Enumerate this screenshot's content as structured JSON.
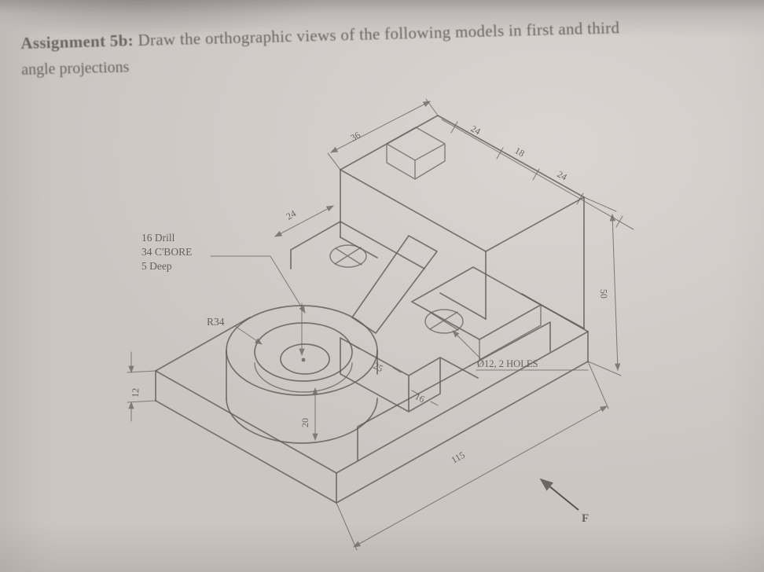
{
  "header": {
    "title_bold": "Assignment 5b:",
    "title_rest": " Draw the orthographic views of the following models in first and third",
    "title_line2": "angle projections"
  },
  "drawing": {
    "notes": {
      "drill_line1": "16 Drill",
      "drill_line2": "34 C'BORE",
      "drill_line3": "5 Deep",
      "radius": "R34",
      "holes": "Ø12, 2 HOLES",
      "view_label": "F"
    },
    "dimensions": {
      "base_length": "115",
      "boss_cyl_height": "20",
      "step_width": "25",
      "step_depth": "16",
      "base_thickness": "12",
      "overall_height": "50",
      "top_left_edge": "36",
      "left_cut_width": "24",
      "top_seg_a": "24",
      "top_seg_b": "18",
      "top_seg_c": "24"
    },
    "colors": {
      "ink": "#5f5852",
      "paper": "#cbc5c2"
    }
  }
}
